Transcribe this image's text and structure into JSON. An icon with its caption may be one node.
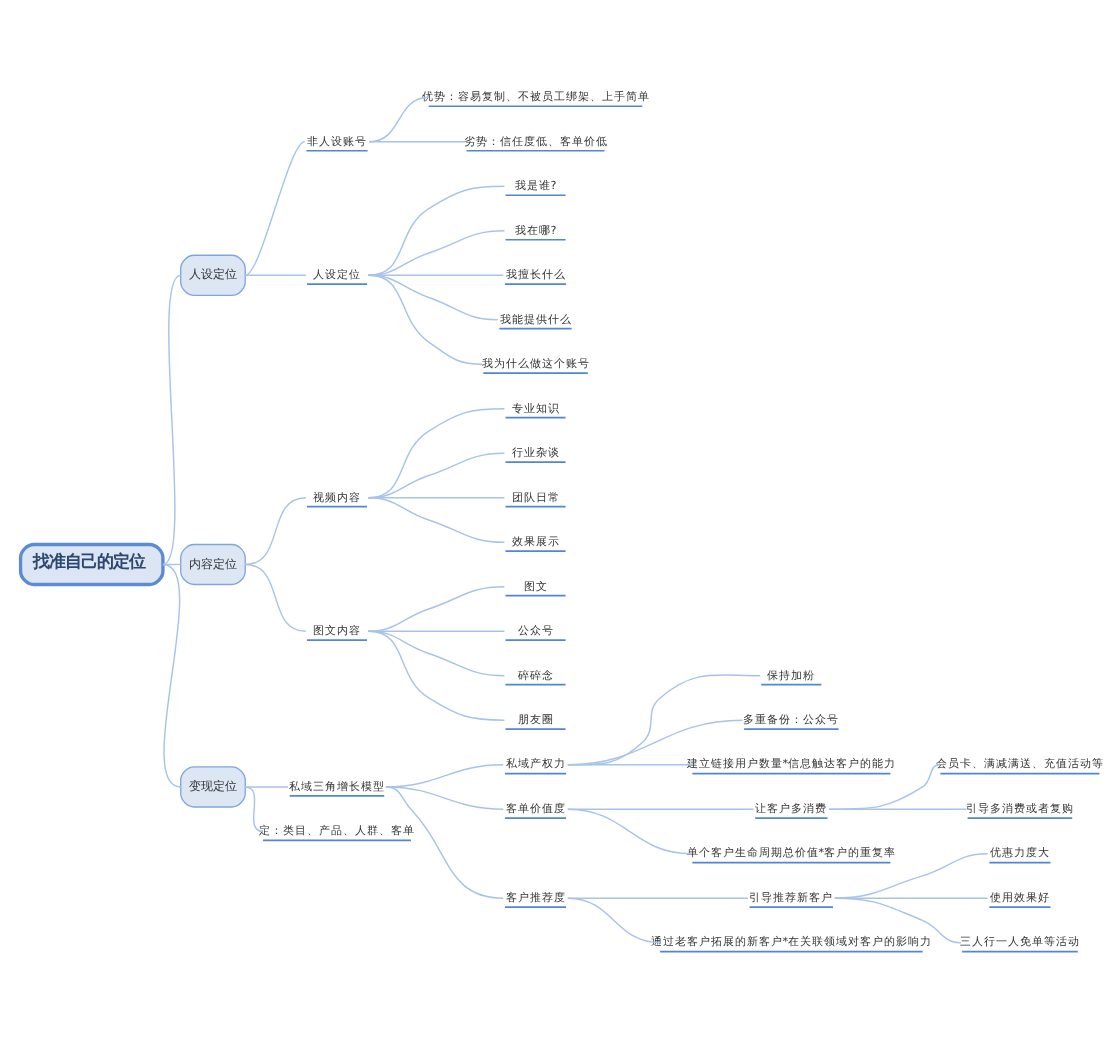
{
  "diagram": {
    "nodes": [
      {
        "text": [
          "找准自己的定位"
        ]
      },
      {
        "text": [
          "人设定位"
        ]
      },
      {
        "text": [
          "非人设账号"
        ]
      },
      {
        "text": [
          "优势：容易复制、不被员工绑架、上手简单"
        ]
      },
      {
        "text": [
          "劣势：信任度低、客单价低"
        ]
      },
      {
        "text": [
          "人设定位"
        ]
      },
      {
        "text": [
          "我是谁?"
        ]
      },
      {
        "text": [
          "我在哪?"
        ]
      },
      {
        "text": [
          "我擅长什么"
        ]
      },
      {
        "text": [
          "我能提供什么"
        ]
      },
      {
        "text": [
          "我为什么做这个账号"
        ]
      },
      {
        "text": [
          "内容定位"
        ]
      },
      {
        "text": [
          "视频内容"
        ]
      },
      {
        "text": [
          "专业知识"
        ]
      },
      {
        "text": [
          "行业杂谈"
        ]
      },
      {
        "text": [
          "团队日常"
        ]
      },
      {
        "text": [
          "效果展示"
        ]
      },
      {
        "text": [
          "图文内容"
        ]
      },
      {
        "text": [
          "图文"
        ]
      },
      {
        "text": [
          "公众号"
        ]
      },
      {
        "text": [
          "碎碎念"
        ]
      },
      {
        "text": [
          "朋友圈"
        ]
      },
      {
        "text": [
          "变现定位"
        ]
      },
      {
        "text": [
          "私域三角增长模型"
        ]
      },
      {
        "text": [
          "私域产权力"
        ]
      },
      {
        "text": [
          "保持加粉"
        ]
      },
      {
        "text": [
          "多重备份：公众号"
        ]
      },
      {
        "text": [
          "建立链接用户数量*信息触达客户的能力"
        ]
      },
      {
        "text": [
          "客单价值度"
        ]
      },
      {
        "text": [
          "让客户多消费"
        ]
      },
      {
        "text": [
          "会员卡、满减满送、充值活动等"
        ]
      },
      {
        "text": [
          "引导多消费或者复购"
        ]
      },
      {
        "text": [
          "单个客户生命周期总价值*客户的重复率"
        ]
      },
      {
        "text": [
          "客户推荐度"
        ]
      },
      {
        "text": [
          "引导推荐新客户"
        ]
      },
      {
        "text": [
          "优惠力度大"
        ]
      },
      {
        "text": [
          "使用效果好"
        ]
      },
      {
        "text": [
          "三人行一人免单等活动"
        ]
      },
      {
        "text": [
          "通过老客户拓展的新客户*在关联领域对客户的影响力"
        ]
      },
      {
        "text": [
          "定：类目、产品、人群、客单"
        ]
      }
    ],
    "edges": [
      {
        "from": 0,
        "to": 1,
        "arrow": "none"
      },
      {
        "from": 1,
        "to": 2,
        "arrow": "none"
      },
      {
        "from": 2,
        "to": 3,
        "arrow": "none"
      },
      {
        "from": 2,
        "to": 4,
        "arrow": "none"
      },
      {
        "from": 1,
        "to": 5,
        "arrow": "none"
      },
      {
        "from": 5,
        "to": 6,
        "arrow": "none"
      },
      {
        "from": 5,
        "to": 7,
        "arrow": "none"
      },
      {
        "from": 5,
        "to": 8,
        "arrow": "none"
      },
      {
        "from": 5,
        "to": 9,
        "arrow": "none"
      },
      {
        "from": 5,
        "to": 10,
        "arrow": "none"
      },
      {
        "from": 0,
        "to": 11,
        "arrow": "none"
      },
      {
        "from": 11,
        "to": 12,
        "arrow": "none"
      },
      {
        "from": 12,
        "to": 13,
        "arrow": "none"
      },
      {
        "from": 12,
        "to": 14,
        "arrow": "none"
      },
      {
        "from": 12,
        "to": 15,
        "arrow": "none"
      },
      {
        "from": 12,
        "to": 16,
        "arrow": "none"
      },
      {
        "from": 11,
        "to": 17,
        "arrow": "none"
      },
      {
        "from": 17,
        "to": 18,
        "arrow": "none"
      },
      {
        "from": 17,
        "to": 19,
        "arrow": "none"
      },
      {
        "from": 17,
        "to": 20,
        "arrow": "none"
      },
      {
        "from": 17,
        "to": 21,
        "arrow": "none"
      },
      {
        "from": 0,
        "to": 22,
        "arrow": "none"
      },
      {
        "from": 22,
        "to": 23,
        "arrow": "none"
      },
      {
        "from": 23,
        "to": 24,
        "arrow": "none"
      },
      {
        "from": 24,
        "to": 25,
        "arrow": "none"
      },
      {
        "from": 24,
        "to": 26,
        "arrow": "none"
      },
      {
        "from": 24,
        "to": 27,
        "arrow": "none"
      },
      {
        "from": 23,
        "to": 28,
        "arrow": "none"
      },
      {
        "from": 28,
        "to": 29,
        "arrow": "none"
      },
      {
        "from": 29,
        "to": 30,
        "arrow": "none"
      },
      {
        "from": 29,
        "to": 31,
        "arrow": "none"
      },
      {
        "from": 28,
        "to": 32,
        "arrow": "none"
      },
      {
        "from": 23,
        "to": 33,
        "arrow": "none"
      },
      {
        "from": 33,
        "to": 34,
        "arrow": "none"
      },
      {
        "from": 34,
        "to": 35,
        "arrow": "none"
      },
      {
        "from": 34,
        "to": 36,
        "arrow": "none"
      },
      {
        "from": 34,
        "to": 37,
        "arrow": "none"
      },
      {
        "from": 33,
        "to": 38,
        "arrow": "none"
      },
      {
        "from": 22,
        "to": 39,
        "arrow": "none"
      }
    ]
  }
}
